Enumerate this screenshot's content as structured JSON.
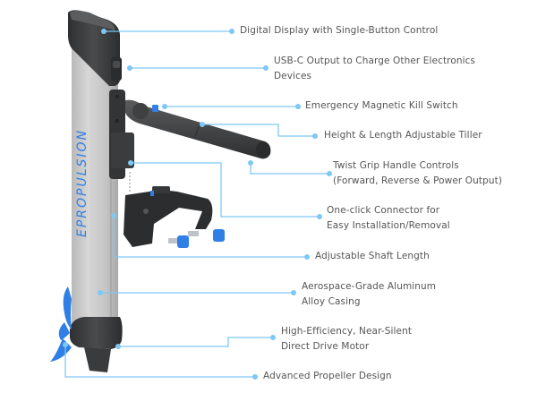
{
  "product": {
    "brand_text": "EPROPULSION",
    "shaft_color": "#c8c8c8",
    "body_dark_color": "#3a3b3d",
    "accent_blue": "#2f7fe6"
  },
  "callout_color": "#7ec8f5",
  "callouts": [
    {
      "id": "display",
      "lines": [
        "Digital Display with Single-Button Control"
      ]
    },
    {
      "id": "usb",
      "lines": [
        "USB-C Output to Charge Other Electronics",
        "Devices"
      ]
    },
    {
      "id": "kill-switch",
      "lines": [
        "Emergency Magnetic Kill Switch"
      ]
    },
    {
      "id": "tiller",
      "lines": [
        "Height & Length Adjustable Tiller"
      ]
    },
    {
      "id": "twist-grip",
      "lines": [
        "Twist Grip Handle Controls",
        "(Forward, Reverse & Power Output)"
      ]
    },
    {
      "id": "connector",
      "lines": [
        "One-click Connector for",
        "Easy Installation/Removal"
      ]
    },
    {
      "id": "shaft",
      "lines": [
        "Adjustable Shaft Length"
      ]
    },
    {
      "id": "casing",
      "lines": [
        "Aerospace-Grade Aluminum",
        "Alloy Casing"
      ]
    },
    {
      "id": "motor",
      "lines": [
        "High-Efficiency, Near-Silent",
        "Direct Drive Motor"
      ]
    },
    {
      "id": "propeller",
      "lines": [
        "Advanced Propeller Design"
      ]
    }
  ]
}
